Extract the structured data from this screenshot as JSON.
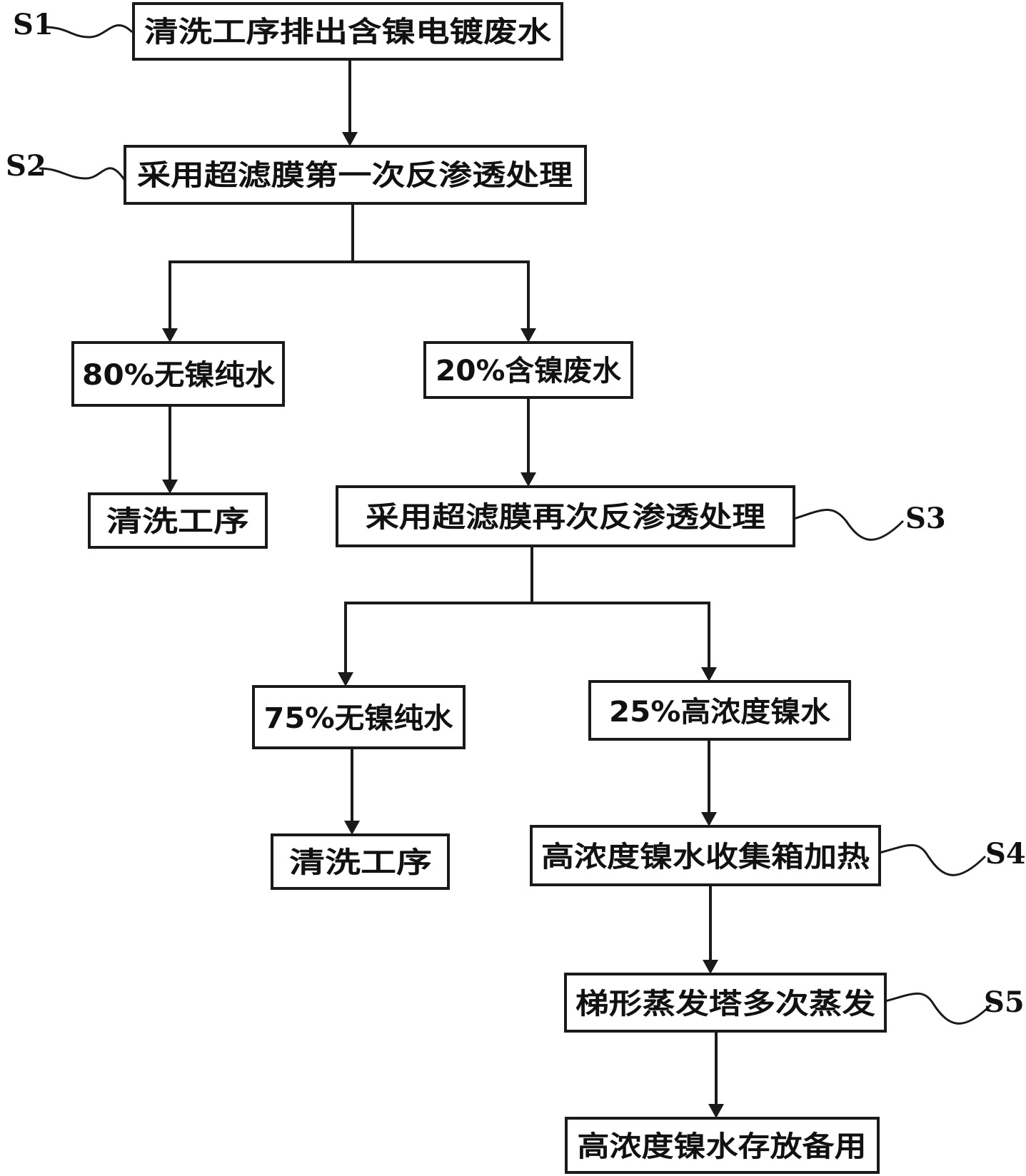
{
  "steps": {
    "s1": "S1",
    "s2": "S2",
    "s3": "S3",
    "s4": "S4",
    "s5": "S5"
  },
  "boxes": {
    "discharge": "清洗工序排出含镍电镀废水",
    "first_ro": "采用超滤膜第一次反渗透处理",
    "pure_water_80": "80%无镍纯水",
    "nickel_waste_20": "20%含镍废水",
    "cleaning_1": "清洗工序",
    "second_ro": "采用超滤膜再次反渗透处理",
    "pure_water_75": "75%无镍纯水",
    "high_conc_25": "25%高浓度镍水",
    "cleaning_2": "清洗工序",
    "heating": "高浓度镍水收集箱加热",
    "evaporation": "梯形蒸发塔多次蒸发",
    "storage": "高浓度镍水存放备用"
  },
  "colors": {
    "stroke": "#1a1a1a",
    "text": "#111111",
    "background": "#ffffff"
  }
}
